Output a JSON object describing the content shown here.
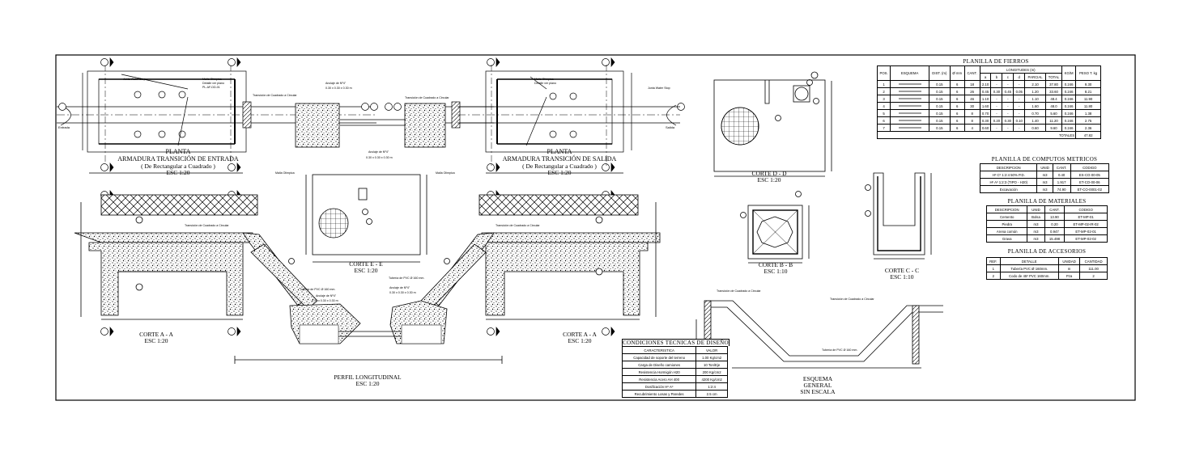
{
  "drawings": {
    "plan_entry": {
      "title": "PLANTA",
      "subtitle": "ARMADURA TRANSICIÓN DE ENTRADA",
      "note": "( De Rectangular a Cuadrado )",
      "scale": "ESC 1:20"
    },
    "plan_exit": {
      "title": "PLANTA",
      "subtitle": "ARMADURA TRANSICIÓN DE SALIDA",
      "note": "( De Rectangular a Cuadrado )",
      "scale": "ESC 1:20"
    },
    "section_dd": {
      "title": "CORTE D - D",
      "scale": "ESC 1:20"
    },
    "section_ee": {
      "title": "CORTE E - E",
      "scale": "ESC 1:20"
    },
    "section_bb": {
      "title": "CORTE B - B",
      "scale": "ESC 1:10"
    },
    "section_cc": {
      "title": "CORTE C - C",
      "scale": "ESC 1:10"
    },
    "section_aa_left": {
      "title": "CORTE A - A",
      "scale": "ESC 1:20"
    },
    "section_aa_right": {
      "title": "CORTE A - A",
      "scale": "ESC 1:20"
    },
    "profile": {
      "title": "PERFIL LONGITUDINAL",
      "scale": "ESC 1:20"
    },
    "scheme": {
      "title": "ESQUEMA",
      "line2": "GENERAL",
      "line3": "SIN ESCALA"
    }
  },
  "notes": {
    "transition": "Transición de Cuadrado a Circular",
    "pipe": "Tubería de PVC Ø 160 mm.",
    "anchor": "Anclaje de Nº4\"",
    "anchor_dims": "0.30 x 0.30 x 0.30 m",
    "mesh": "Malla Olimpica",
    "mesh_detail": "Detalle ver plano",
    "mesh_ref": "PL-AF-DD-01",
    "water_stop": "Junta Water Stop",
    "inlet": "Entrada",
    "outlet": "Salida"
  },
  "schedules": {
    "fierros": {
      "title": "PLANILLA DE FIERROS",
      "headers": [
        "POS.",
        "ESQUEMA",
        "DIST. (m)",
        "Ø mm",
        "CANT.",
        "LONGITUDES (m)",
        "KG/M",
        "PESO T. kg"
      ],
      "sub_headers": [
        "a",
        "b",
        "c",
        "d",
        "PARCIAL",
        "TOTAL"
      ],
      "rows": [
        [
          "1",
          "0.15",
          "6",
          "18",
          "2.10",
          "-",
          "-",
          "-",
          "2.10",
          "37.80",
          "0.246",
          "9.30"
        ],
        [
          "2",
          "0.15",
          "6",
          "26",
          "0.45",
          "0.30",
          "0.45",
          "0.05",
          "1.20",
          "33.60",
          "0.246",
          "8.21"
        ],
        [
          "3",
          "0.15",
          "6",
          "46",
          "1.10",
          "-",
          "-",
          "-",
          "1.10",
          "48.4",
          "0.246",
          "11.90"
        ],
        [
          "4",
          "0.15",
          "6",
          "30",
          "1.60",
          "-",
          "-",
          "-",
          "1.60",
          "48.0",
          "0.246",
          "11.80"
        ],
        [
          "5",
          "0.15",
          "6",
          "8",
          "0.70",
          "-",
          "-",
          "-",
          "0.70",
          "5.60",
          "0.246",
          "1.38"
        ],
        [
          "6",
          "0.15",
          "6",
          "8",
          "0.30",
          "0.20",
          "0.30",
          "0.10",
          "1.40",
          "11.20",
          "0.246",
          "2.75"
        ],
        [
          "7",
          "0.15",
          "6",
          "4",
          "0.60",
          "-",
          "-",
          "-",
          "0.60",
          "9.60",
          "0.246",
          "2.36"
        ]
      ],
      "total_label": "TOTALES",
      "total_value": "47.82"
    },
    "computos": {
      "title": "PLANILLA DE COMPUTOS METRICOS",
      "headers": [
        "DESCRIPCION",
        "UNID",
        "CANT.",
        "CODIGO"
      ],
      "rows": [
        [
          "Hº Cº 1:2:4 50% P.D.",
          "m3",
          "0.40",
          "ES-CO-00-05"
        ],
        [
          "Hº Aº 1:2:3 (TIPO - H20)",
          "m3",
          "1.917",
          "ET-CO-00-06"
        ],
        [
          "Excavación",
          "m3",
          "74.90",
          "ET-CO-0001-02"
        ]
      ]
    },
    "materiales": {
      "title": "PLANILLA DE MATERIALES",
      "headers": [
        "DESCRIPCION",
        "UNID",
        "CANT.",
        "CODIGO"
      ],
      "rows": [
        [
          "Cemento",
          "Bolsa",
          "13.90",
          "ET-MP-01"
        ],
        [
          "Piedra",
          "m3",
          "0.20",
          "ET-MP-02-IR-02"
        ],
        [
          "Arena común",
          "m3",
          "0.947",
          "ET-MP-02-01"
        ],
        [
          "Grava",
          "m3",
          "15.498",
          "ET-MP-02-02"
        ]
      ]
    },
    "accesorios": {
      "title": "PLANILLA DE ACCESORIOS",
      "headers": [
        "REF.",
        "DETALLE",
        "UNIDAD",
        "CANTIDAD"
      ],
      "rows": [
        [
          "1",
          "Tubería PVC Ø 160mm.",
          "m",
          "111.00"
        ],
        [
          "2",
          "Codo de 45º PVC 160mm.",
          "Pza",
          "2"
        ]
      ]
    },
    "condiciones": {
      "title": "CONDICIONES TECNICAS DE DISEÑO",
      "headers": [
        "CARACTERISTICA",
        "VALOR"
      ],
      "rows": [
        [
          "Capacidad de soporte del terreno",
          "1.00 Kg/cm2"
        ],
        [
          "Carga de Diseño camiones",
          "10 Ton/Eje"
        ],
        [
          "Resistencia Hormigón H20",
          "200 Kg/cm2"
        ],
        [
          "Resistencia Acero AH 400",
          "4200 Kg/cm2"
        ],
        [
          "Dosificación Hº Aº",
          "1:2:4"
        ],
        [
          "Recubrimiento Losas y Paredes",
          "2.5 cm"
        ]
      ]
    }
  }
}
